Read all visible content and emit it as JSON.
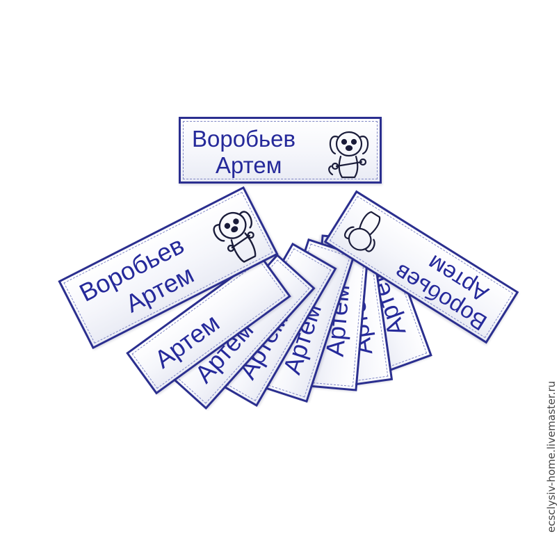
{
  "labels": {
    "top": {
      "surname": "Воробьев",
      "given": "Артем"
    },
    "fan_left": {
      "surname": "Воробьев",
      "given": "Артем"
    },
    "fan_right": {
      "surname": "Воробьев",
      "given": "Артем"
    },
    "middle": {
      "given": "Артем"
    }
  },
  "watermark": "ecsclysiv-home.livemaster.ru",
  "colors": {
    "thread": "#25299a",
    "border": "#2b2f8f",
    "fabric": "#f5f6fb"
  },
  "icons": {
    "patch_motif": "puppy-with-bone-icon"
  }
}
